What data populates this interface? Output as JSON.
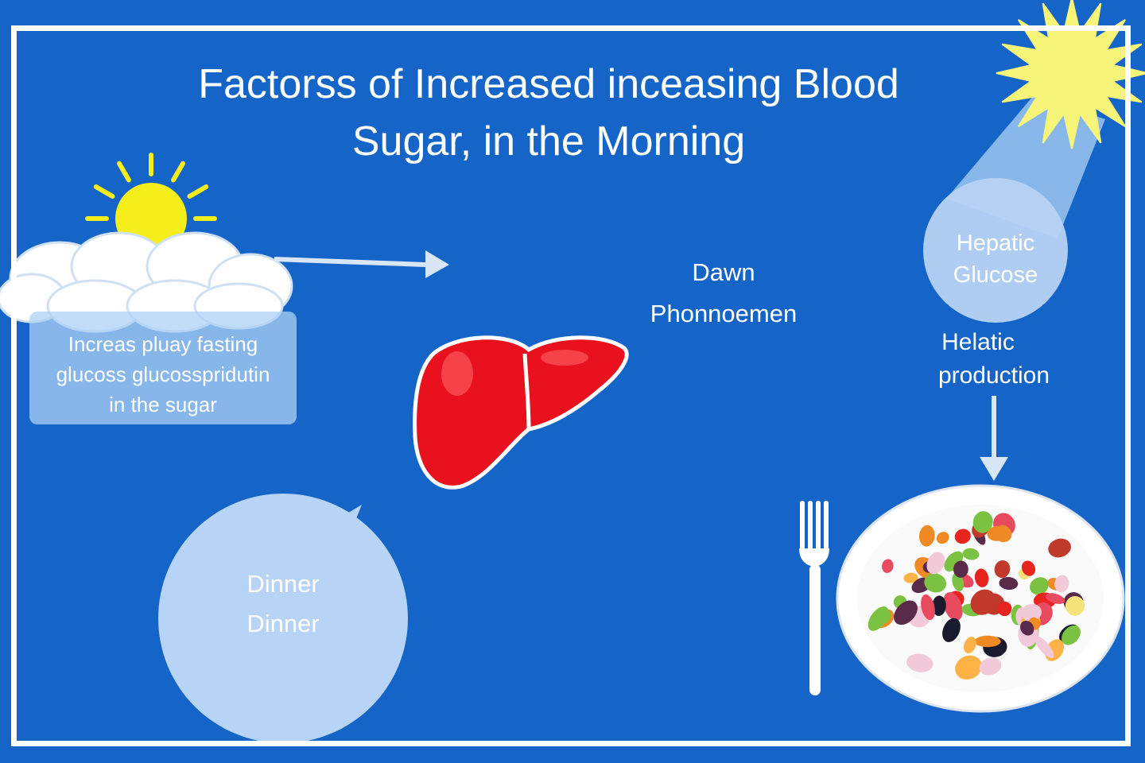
{
  "title": {
    "line1": "Factorss of Increased inceasing Blood",
    "line2": "Sugar, in the Morning"
  },
  "fasting": {
    "line1": "Increas pluay fasting",
    "line2": "glucoss glucosspridutin",
    "line3": "in the sugar"
  },
  "dawn": {
    "line1": "Dawn",
    "line2": "Phonnoemen"
  },
  "hepatic_glucose": {
    "line1": "Hepatic",
    "line2": "Glucose"
  },
  "hepatic_production": {
    "line1": "Helatic",
    "line2": "production"
  },
  "dinner": {
    "line1": "Dinner",
    "line2": "Dinner"
  },
  "colors": {
    "background": "#1565c8",
    "circle": "#b7d3f5",
    "liver": "#e8111d",
    "sun": "#f5ee1a"
  }
}
